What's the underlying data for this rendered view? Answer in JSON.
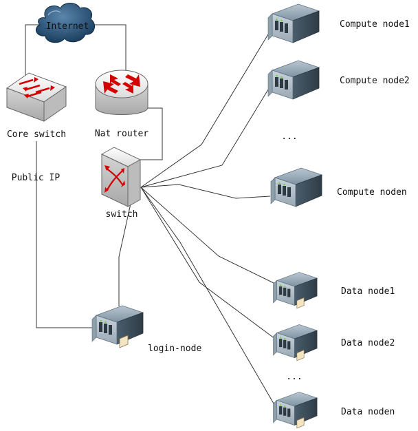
{
  "labels": {
    "internet": "Internet",
    "core_switch": "Core switch",
    "nat_router": "Nat router",
    "public_ip": "Public IP",
    "switch": "switch",
    "login_node": "login-node",
    "compute_ellipsis": "...",
    "data_ellipsis": "..."
  },
  "compute_nodes": [
    "Compute node1",
    "Compute node2",
    "Compute noden"
  ],
  "data_nodes": [
    "Data node1",
    "Data node2",
    "Data noden"
  ],
  "colors": {
    "cloud": "#1f4f78",
    "server_body": "#6f8596",
    "red_arrow": "#d40000",
    "line": "#333333"
  }
}
